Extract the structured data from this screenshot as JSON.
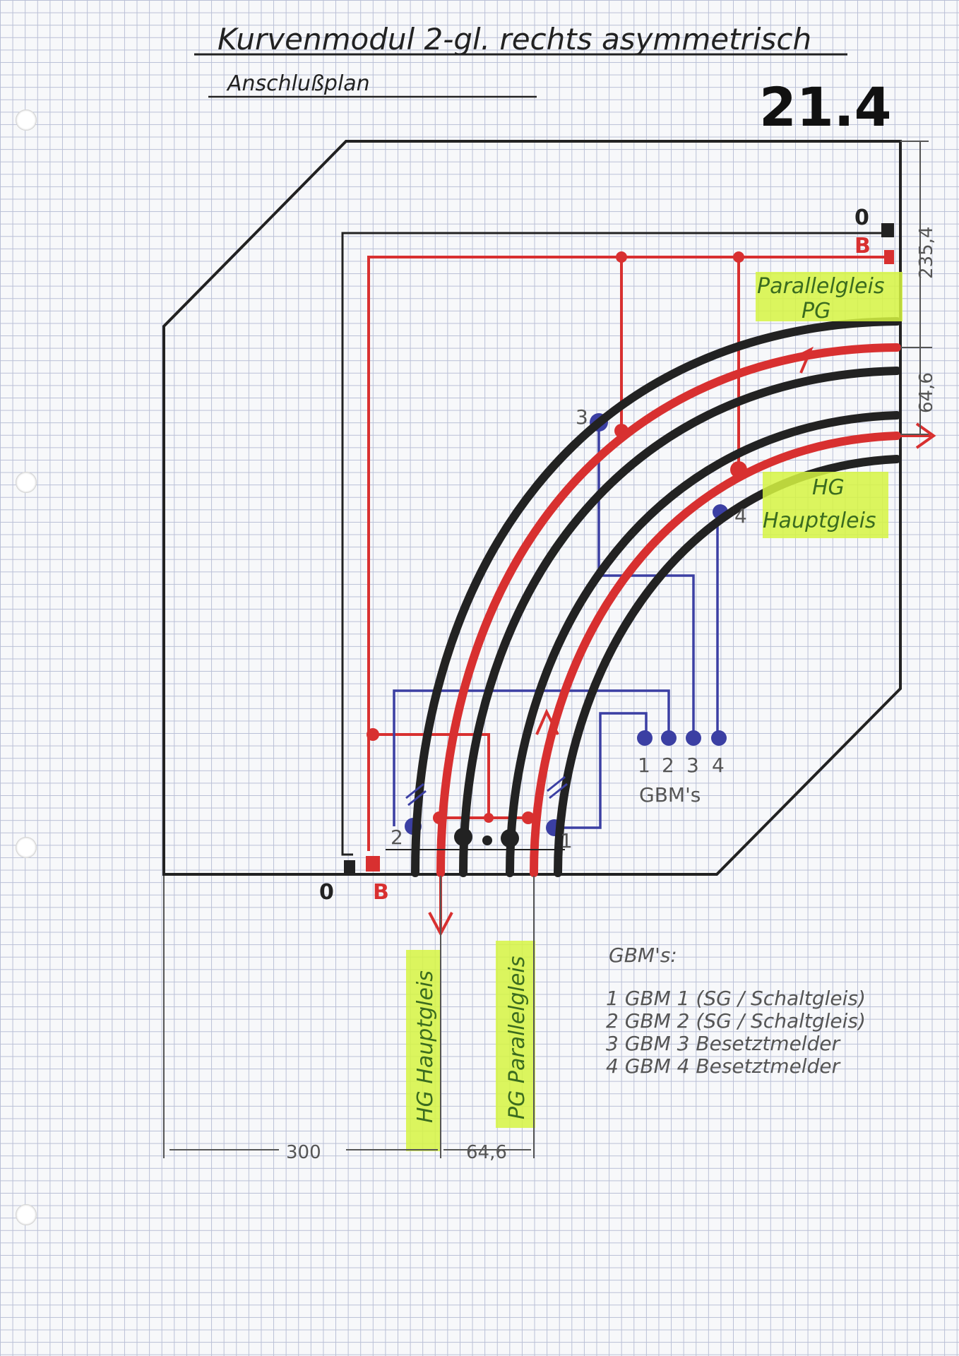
{
  "title": "Kurvenmodul 2-gl. rechts asymmetrisch",
  "subtitle": "Anschlußplan",
  "sheet_number": "21.4",
  "dimensions": {
    "right_total": "235,4",
    "right_gap": "64,6",
    "bottom_total": "300",
    "bottom_gap": "64,6"
  },
  "labels": {
    "parallel_right_line1": "Parallelgleis",
    "parallel_right_line2": "PG",
    "haupt_right_line1": "HG",
    "haupt_right_line2": "Hauptgleis",
    "haupt_bottom": "HG Hauptgleis",
    "parallel_bottom": "PG Parallelgleis"
  },
  "terminals": {
    "top_zero": "0",
    "top_b": "B",
    "bottom_zero": "0",
    "bottom_b": "B"
  },
  "contact_numbers": {
    "n1": "1",
    "n2": "2",
    "n3": "3",
    "n4": "4"
  },
  "gbm_terminals": {
    "numbers": [
      "1",
      "2",
      "3",
      "4"
    ],
    "caption": "GBM's"
  },
  "legend": {
    "heading": "GBM's:",
    "items": [
      "1  GBM 1 (SG / Schaltgleis)",
      "2  GBM 2 (SG / Schaltgleis)",
      "3  GBM 3  Besetztmelder",
      "4  GBM 4  Besetztmelder"
    ]
  },
  "colors": {
    "rail": "#222222",
    "power": "#d83030",
    "detector": "#3b3fa3",
    "highlight": "#d6f542",
    "grid": "#b9bfd6"
  }
}
